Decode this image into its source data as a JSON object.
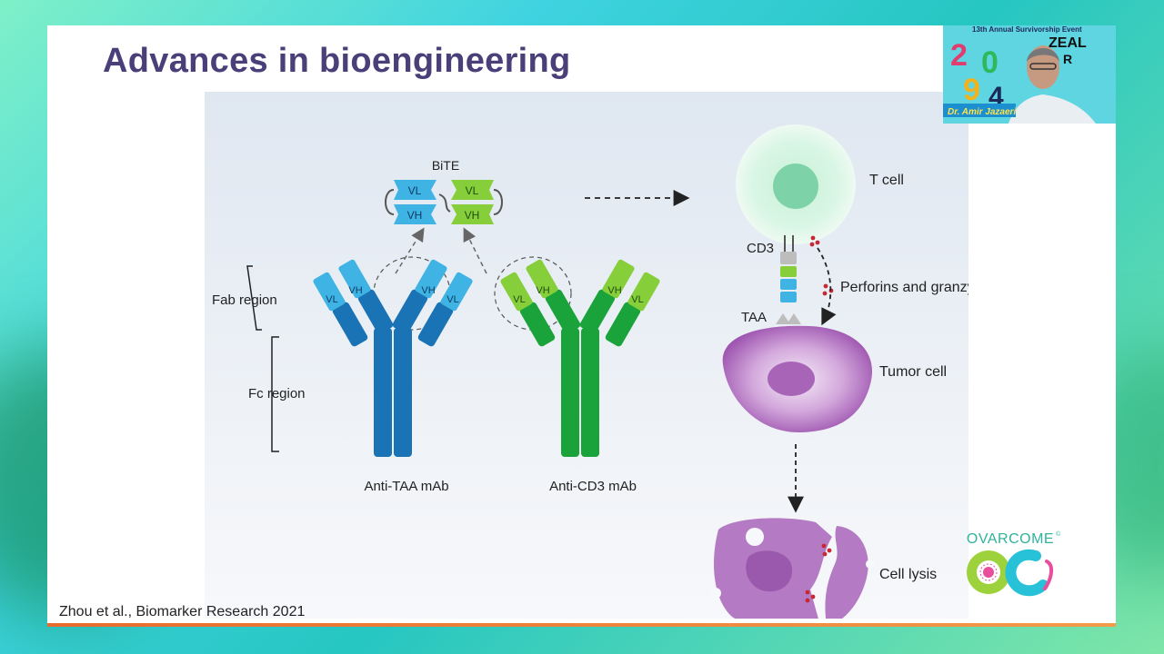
{
  "slide": {
    "title": "Advances in bioengineering",
    "citation": "Zhou et al., Biomarker Research 2021"
  },
  "diagram": {
    "bite_label": "BiTE",
    "vl": "VL",
    "vh": "VH",
    "fab_region": "Fab region",
    "fc_region": "Fc region",
    "anti_taa": "Anti-TAA mAb",
    "anti_cd3": "Anti-CD3 mAb",
    "t_cell": "T cell",
    "cd3": "CD3",
    "taa": "TAA",
    "perforins": "Perforins and granzymes",
    "tumor_cell": "Tumor cell",
    "cell_lysis": "Cell lysis",
    "colors": {
      "blue_dark": "#1a73b5",
      "blue_light": "#3fb4e4",
      "green_dark": "#1aa33b",
      "green_light": "#86cf3a",
      "tumor": "#a865b8"
    }
  },
  "webcam": {
    "speaker_name": "Dr. Amir Jazaeri",
    "banner_text": "13th Annual Survivorship Event",
    "banner_word": "ZEAL",
    "banner_letters": "R",
    "year_digits": [
      "2",
      "0",
      "9",
      "4"
    ]
  },
  "logo": {
    "text": "OVARCOME",
    "mark": "©"
  }
}
